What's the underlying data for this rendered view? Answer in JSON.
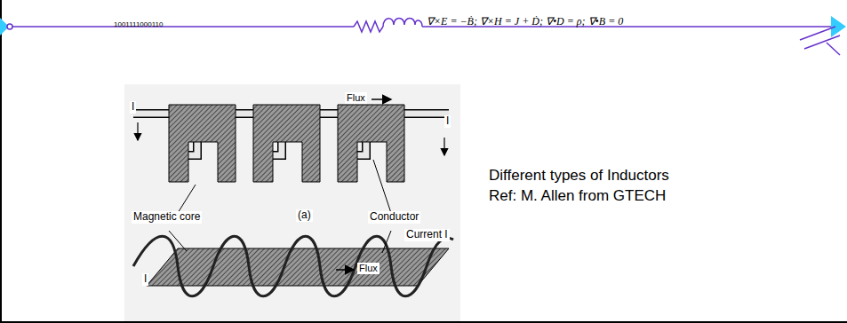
{
  "diagram": {
    "labels": [
      "1001111000110",
      "∇×E = −Ḃ; ∇×H = J + Ḋ; ∇•D = ρ; ∇•B = 0",
      "I",
      "Flux",
      "I",
      "Magnetic core",
      "(a)",
      "Conductor",
      "Current I",
      "I",
      "Flux",
      "Different types of Inductors",
      "Ref: M. Allen from GTECH"
    ]
  }
}
